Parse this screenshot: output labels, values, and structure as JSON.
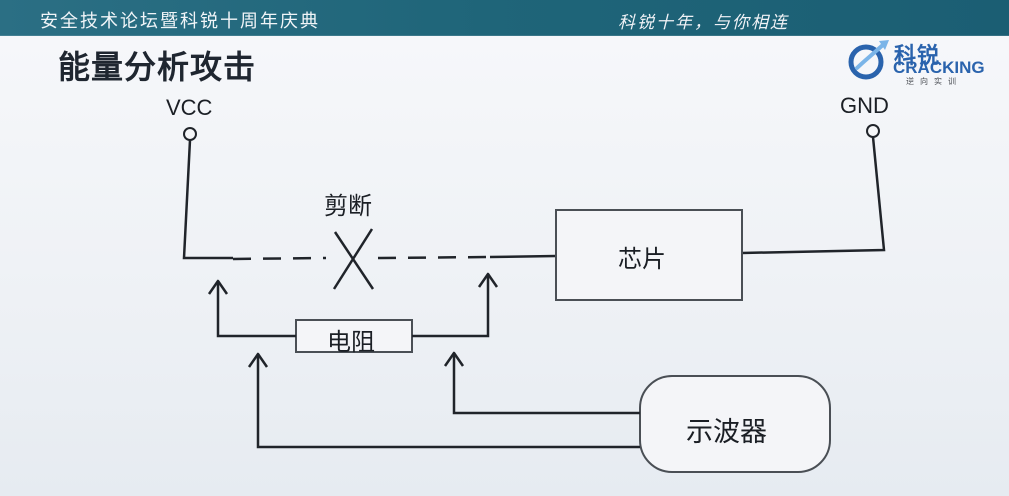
{
  "banner": {
    "left_text": "安全技术论坛暨科锐十周年庆典",
    "right_text": "科锐十年，与你相连"
  },
  "slide": {
    "title": "能量分析攻击"
  },
  "logo": {
    "cn": "科锐",
    "en": "CRACKING",
    "sub": "逆向实训"
  },
  "diagram": {
    "vcc_label": "VCC",
    "gnd_label": "GND",
    "cut_label": "剪断",
    "chip_label": "芯片",
    "resistor_label": "电阻",
    "oscilloscope_label": "示波器"
  },
  "colors": {
    "banner": "#1f6579",
    "line": "#20242a",
    "box_stroke": "#4a4f55",
    "logo_blue": "#2a63ad"
  }
}
